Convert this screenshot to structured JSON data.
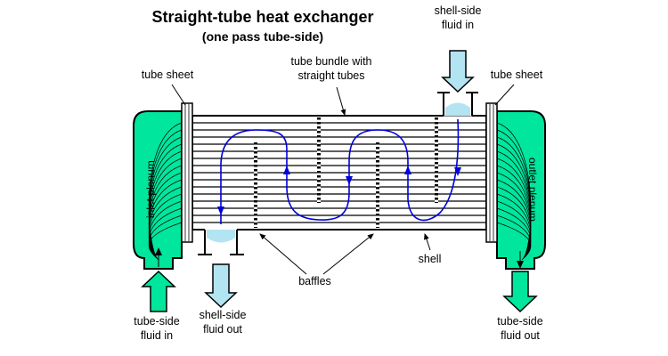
{
  "title": "Straight-tube heat exchanger",
  "subtitle": "(one pass tube-side)",
  "labels": {
    "shell_side_fluid_in": "shell-side\nfluid in",
    "tube_sheet_left": "tube sheet",
    "tube_sheet_right": "tube sheet",
    "tube_bundle": "tube bundle with\nstraight tubes",
    "inlet_plenum": "inlet plenum",
    "outlet_plenum": "outlet plenum",
    "shell": "shell",
    "baffles": "baffles",
    "shell_side_fluid_out": "shell-side\nfluid out",
    "tube_side_fluid_in": "tube-side\nfluid in",
    "tube_side_fluid_out": "tube-side\nfluid out"
  },
  "colors": {
    "plenum_green": "#00e69c",
    "fluid_light_blue": "#b3e4f2",
    "flow_blue": "#0000dd",
    "outline_black": "#000000",
    "background": "#ffffff"
  }
}
